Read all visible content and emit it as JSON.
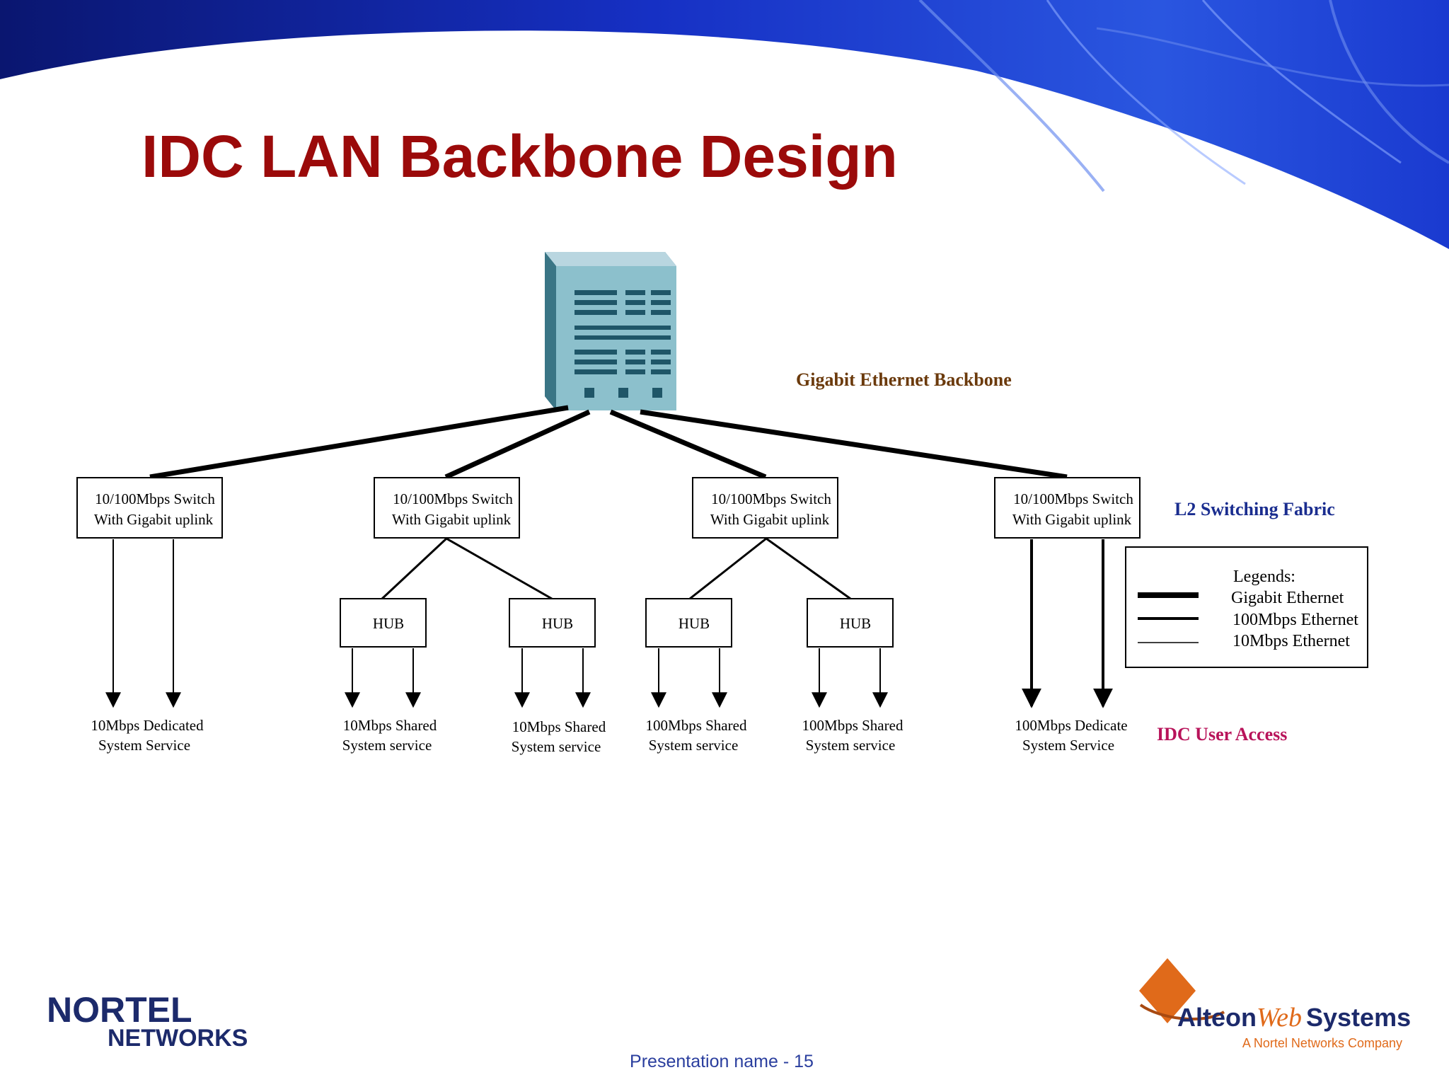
{
  "slide": {
    "title": "IDC LAN Backbone Design",
    "footer": "Presentation name - 15"
  },
  "labels": {
    "backbone": "Gigabit Ethernet Backbone",
    "fabric": "L2 Switching Fabric",
    "user_access": "IDC User Access"
  },
  "switches": [
    {
      "line1": "10/100Mbps Switch",
      "line2": "With Gigabit uplink"
    },
    {
      "line1": "10/100Mbps Switch",
      "line2": "With Gigabit uplink"
    },
    {
      "line1": "10/100Mbps Switch",
      "line2": "With Gigabit uplink"
    },
    {
      "line1": "10/100Mbps Switch",
      "line2": "With Gigabit uplink"
    }
  ],
  "hubs": [
    "HUB",
    "HUB",
    "HUB",
    "HUB"
  ],
  "services": [
    {
      "line1": "10Mbps Dedicated",
      "line2": "System Service"
    },
    {
      "line1": "10Mbps Shared",
      "line2": "System service"
    },
    {
      "line1": "10Mbps Shared",
      "line2": "System service"
    },
    {
      "line1": "100Mbps Shared",
      "line2": "System service"
    },
    {
      "line1": "100Mbps Shared",
      "line2": "System service"
    },
    {
      "line1": "100Mbps Dedicate",
      "line2": "System Service"
    }
  ],
  "legend": {
    "title": "Legends:",
    "items": [
      "Gigabit Ethernet",
      "100Mbps Ethernet",
      "10Mbps Ethernet"
    ]
  },
  "logos": {
    "nortel_line1": "NORTEL",
    "nortel_line2": "NETWORKS",
    "alteon_main_a": "Alteon",
    "alteon_main_b": "Web",
    "alteon_main_c": "Systems",
    "alteon_tagline": "A Nortel Networks Company"
  },
  "colors": {
    "title": "#9b0a0a",
    "backbone_label": "#6b3a0c",
    "fabric_label": "#1a2d8f",
    "user_access_label": "#b8135a",
    "footer": "#2a3e9e",
    "header_blue": "#1232c8",
    "switch_icon": "#8cc0cc",
    "alteon_orange": "#e06a1a",
    "nortel_navy": "#1c2a6b"
  }
}
